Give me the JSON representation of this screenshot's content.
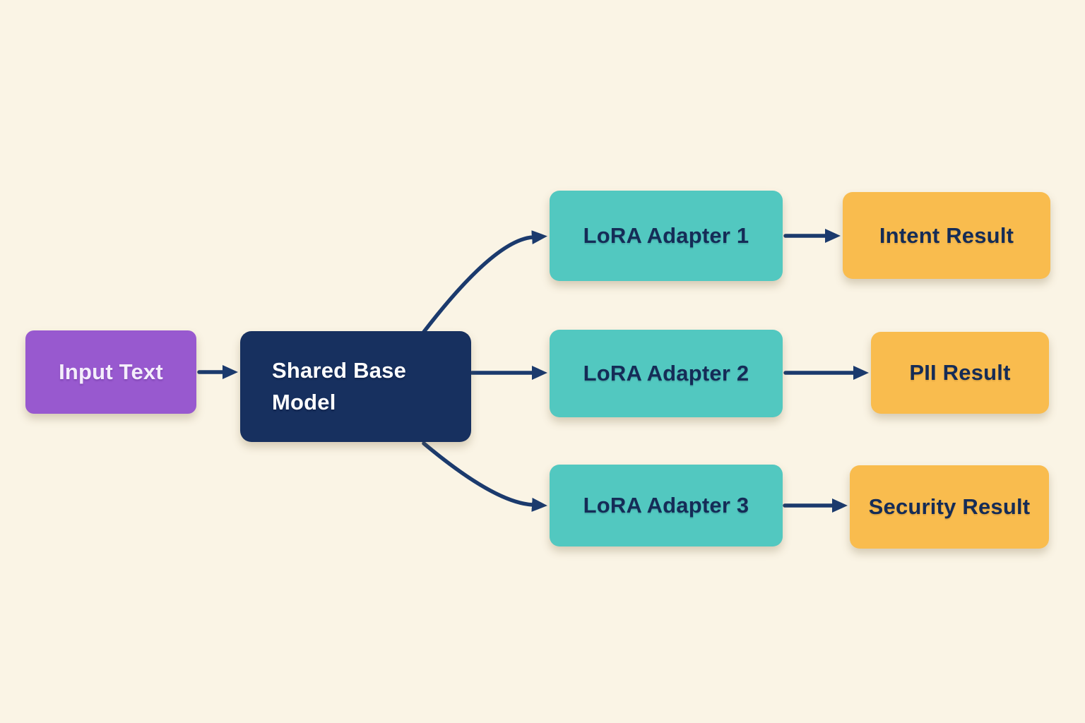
{
  "diagram": {
    "title": "LoRA multi-adapter inference flow",
    "colors": {
      "background": "#faf4e5",
      "arrow": "#1b3a6d",
      "purple_node": "#9859cf",
      "navy_node": "#17305f",
      "teal_node": "#52c8c0",
      "amber_node": "#f9bc4e",
      "dark_text": "#152c57",
      "light_text": "#ffffff"
    },
    "nodes": [
      {
        "id": "input",
        "label": "Input Text",
        "color": "#9859cf",
        "text_color": "#ffffff"
      },
      {
        "id": "base",
        "label": "Shared Base Model",
        "color": "#17305f",
        "text_color": "#ffffff"
      },
      {
        "id": "adapter1",
        "label": "LoRA Adapter 1",
        "color": "#52c8c0",
        "text_color": "#152c57"
      },
      {
        "id": "adapter2",
        "label": "LoRA Adapter 2",
        "color": "#52c8c0",
        "text_color": "#152c57"
      },
      {
        "id": "adapter3",
        "label": "LoRA Adapter 3",
        "color": "#52c8c0",
        "text_color": "#152c57"
      },
      {
        "id": "intent",
        "label": "Intent Result",
        "color": "#f9bc4e",
        "text_color": "#152c57"
      },
      {
        "id": "pii",
        "label": "PII Result",
        "color": "#f9bc4e",
        "text_color": "#152c57"
      },
      {
        "id": "security",
        "label": "Security Result",
        "color": "#f9bc4e",
        "text_color": "#152c57"
      }
    ],
    "edges": [
      {
        "from": "input",
        "to": "base"
      },
      {
        "from": "base",
        "to": "adapter1"
      },
      {
        "from": "base",
        "to": "adapter2"
      },
      {
        "from": "base",
        "to": "adapter3"
      },
      {
        "from": "adapter1",
        "to": "intent"
      },
      {
        "from": "adapter2",
        "to": "pii"
      },
      {
        "from": "adapter3",
        "to": "security"
      }
    ]
  }
}
